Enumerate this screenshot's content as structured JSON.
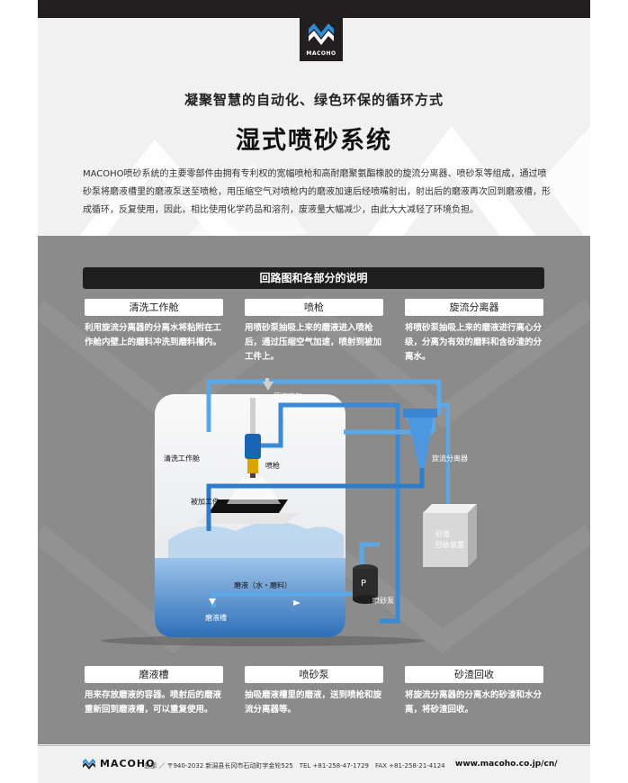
{
  "brand": {
    "logo_text": "MACOHO"
  },
  "header": {
    "subtitle": "凝聚智慧的自动化、绿色环保的循环方式",
    "title": "湿式喷砂系统"
  },
  "intro": "MACOHO喷砂系统的主要零部件由拥有专利权的宽幅喷枪和高耐磨聚氨酯橡胶的旋流分离器、喷砂泵等组成，通过喷砂泵将磨液槽里的磨液泵送至喷枪，用压缩空气对喷枪内的磨液加速后经喷嘴射出，射出后的磨液再次回到磨液槽，形成循环，反复使用，因此，相比使用化学药品和溶剂，废液量大幅减少，由此大大减轻了环境负担。",
  "section": {
    "title": "回路图和各部分的说明"
  },
  "top_parts": [
    {
      "label": "清洗工作舱",
      "desc": "利用旋流分离器的分离水将粘附在工作舱内壁上的磨料冲洗到磨料槽内。"
    },
    {
      "label": "喷枪",
      "desc": "用喷砂泵抽吸上来的磨液进入喷枪后，通过压缩空气加速，喷射到被加工件上。"
    },
    {
      "label": "旋流分离器",
      "desc": "将喷砂泵抽吸上来的磨液进行离心分级，分离为有效的磨料和含砂渣的分离水。"
    }
  ],
  "bottom_parts": [
    {
      "label": "磨液槽",
      "desc": "用来存放磨液的容器。喷射后的磨液重新回到磨液槽，可以重复使用。"
    },
    {
      "label": "喷砂泵",
      "desc": "抽吸磨液槽里的磨液，送到喷枪和旋流分离器等。"
    },
    {
      "label": "砂渣回收",
      "desc": "将旋流分离器的分离水的砂渣和水分离，将砂渣回收。"
    }
  ],
  "diagram": {
    "compressed_air": "压缩空气",
    "wash_chamber": "清洗工作舱",
    "gun": "喷枪",
    "workpiece": "被加工件",
    "cyclone": "旋流分离器",
    "sludge_line1": "砂渣",
    "sludge_line2": "回收装置",
    "slurry": "磨液（水・磨料）",
    "pump_letter": "P",
    "pump": "喷砂泵",
    "tank": "磨液槽"
  },
  "footer": {
    "logo": "MACOHO",
    "info": "总部 ／ 〒940-2032 新潟县长冈市石动町字金轮525　TEL +81-258-47-1729　FAX +81-258-21-4124",
    "url": "www.macoho.co.jp/cn/"
  },
  "colors": {
    "accent_blue": "#1a64b4",
    "dark": "#231f20",
    "gray_panel": "#8b8b8b"
  }
}
